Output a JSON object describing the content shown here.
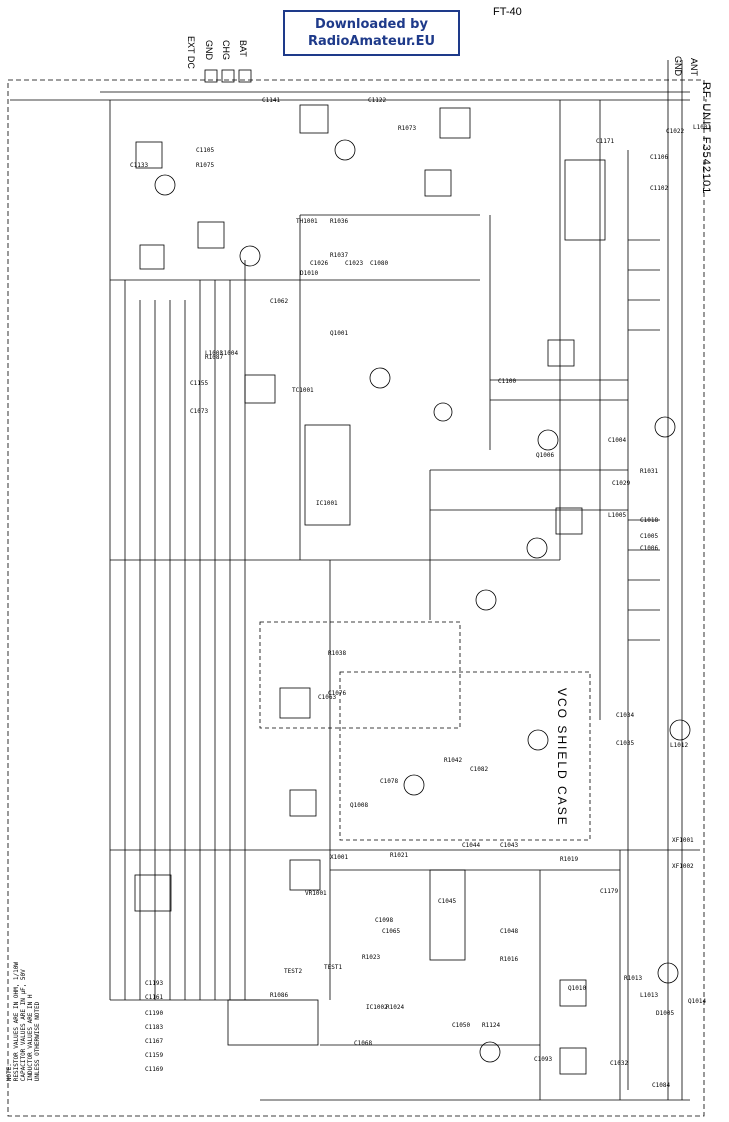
{
  "banner": {
    "line1": "Downloaded by",
    "line2": "RadioAmateur.EU"
  },
  "model": "FT-40",
  "unit_title": "RF-UNIT  F3542101",
  "shield_label": "VCO  SHIELD  CASE",
  "connectors": {
    "ant": "ANT",
    "gnd": "GND",
    "bat": "BAT",
    "chg": "CHG",
    "gnd2": "GND",
    "ext_dc": "EXT DC"
  },
  "note": "NOTE:\nRESISTOR VALUES ARE IN OHM, 1/10W\nCAPACITOR VALUES ARE IN µF, 50V\nINDUCTOR VALUES ARE IN H\nUNLESS OTHERWISE NOTED",
  "components": [
    "C1141",
    "C1122",
    "R1073",
    "C1171",
    "C1022",
    "L1001",
    "C1106",
    "C1133",
    "C1105",
    "R1075",
    "C1102",
    "TH1001",
    "R1036",
    "C1026",
    "C1023",
    "C1080",
    "C1062",
    "R1037",
    "D1010",
    "Q1001",
    "L1003",
    "L1004",
    "R1087",
    "C1155",
    "TC1001",
    "C1073",
    "IC1001",
    "C1004",
    "R1031",
    "C1100",
    "Q1006",
    "C1029",
    "C1005",
    "C1006",
    "L1005",
    "C1018",
    "C1078",
    "C1076",
    "Q1008",
    "R1042",
    "C1063",
    "R1038",
    "C1082",
    "C1034",
    "C1035",
    "L1012",
    "XF1001",
    "XF1002",
    "C1179",
    "R1019",
    "Q1014",
    "C1044",
    "C1043",
    "R1021",
    "X1001",
    "C1098",
    "VR1001",
    "C1065",
    "R1023",
    "IC1002",
    "C1045",
    "C1048",
    "R1016",
    "Q1010",
    "C1050",
    "R1024",
    "C1068",
    "R1124",
    "C1093",
    "R1013",
    "L1013",
    "C1032",
    "C1084",
    "D1005",
    "TEST2",
    "TEST1",
    "C1193",
    "C1161",
    "C1190",
    "C1183",
    "C1167",
    "C1159",
    "C1169",
    "R1086"
  ]
}
